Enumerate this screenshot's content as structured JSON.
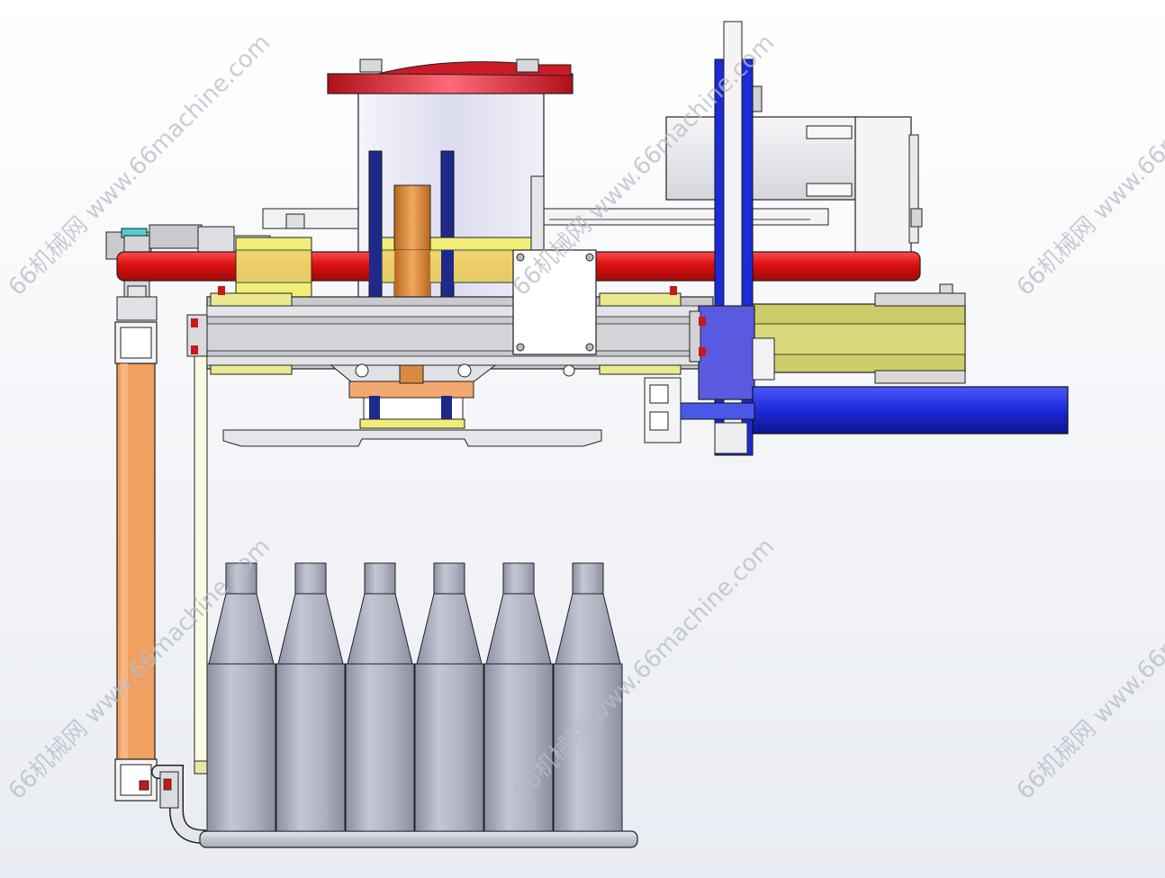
{
  "watermark": {
    "text": "66机械网 www.66machine.com",
    "color": "#b8bcc4",
    "angle_deg": -45,
    "note": ""
  },
  "bottles": {
    "count": 6,
    "color": "#a9abbb"
  },
  "colors": {
    "background_top": "#ffffff",
    "background_bottom": "#e9ecf2",
    "red_rod": "#d41418",
    "red_lid": "#c8161c",
    "yellow_block": "#f0ee78",
    "olive_block": "#cccc6a",
    "blue_cylinder": "#1c2ad8",
    "blue_block": "#5a5ae0",
    "orange_column": "#f0a060",
    "copper_rod": "#d88a40",
    "grey_body": "#c8cace",
    "navy_rod": "#1d2a8a"
  }
}
